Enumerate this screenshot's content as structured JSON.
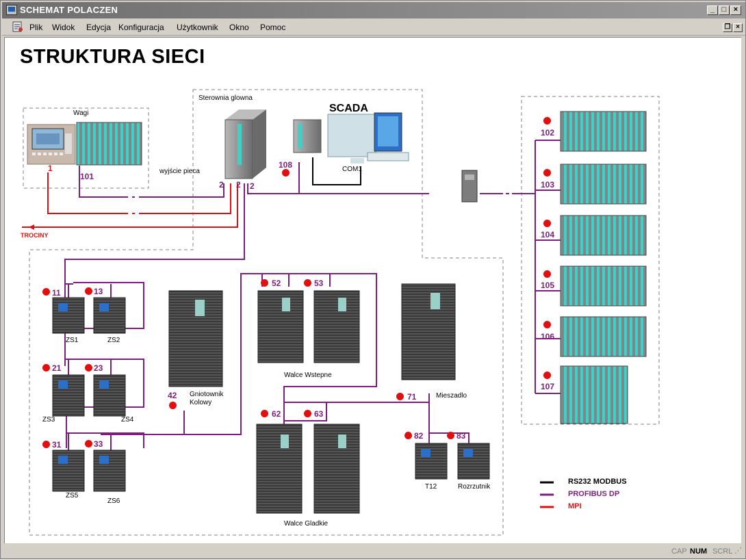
{
  "window": {
    "title": "SCHEMAT POLACZEN"
  },
  "menu": [
    "Plik",
    "Widok",
    "Edycja",
    "Konfiguracja",
    "Użytkownik",
    "Okno",
    "Pomoc"
  ],
  "diagram": {
    "title": "STRUKTURA SIECI",
    "labels": {
      "wagi": "Wagi",
      "sterownia": "Sterownia glowna",
      "scada": "SCADA",
      "com1": "COM1",
      "wyjscie": "wyjście pieca",
      "trociny": "TROCINY",
      "gniotownik1": "Gniotownik",
      "gniotownik2": "Kolowy",
      "walce_wstepne": "Walce Wstepne",
      "walce_gladkie": "Walce Gladkie",
      "mieszadlo": "Mieszadlo",
      "t12": "T12",
      "rozrzutnik": "Rozrzutnik",
      "zs1": "ZS1",
      "zs2": "ZS2",
      "zs3": "ZS3",
      "zs4": "ZS4",
      "zs5": "ZS5",
      "zs6": "ZS6"
    },
    "numbers": {
      "n1": "1",
      "n101": "101",
      "n2a": "2",
      "n2b": "2",
      "n2c": "2",
      "n108": "108",
      "n102": "102",
      "n103": "103",
      "n104": "104",
      "n105": "105",
      "n106": "106",
      "n107": "107",
      "n11": "11",
      "n13": "13",
      "n21": "21",
      "n23": "23",
      "n31": "31",
      "n33": "33",
      "n42": "42",
      "n52": "52",
      "n53": "53",
      "n62": "62",
      "n63": "63",
      "n71": "71",
      "n82": "82",
      "n83": "83"
    },
    "legend": [
      {
        "label": "RS232 MODBUS",
        "color": "#000000"
      },
      {
        "label": "PROFIBUS DP",
        "color": "#7a1f7a"
      },
      {
        "label": "MPI",
        "color": "#e01010"
      }
    ]
  },
  "status": {
    "cap": "CAP",
    "num": "NUM",
    "scrl": "SCRL"
  }
}
